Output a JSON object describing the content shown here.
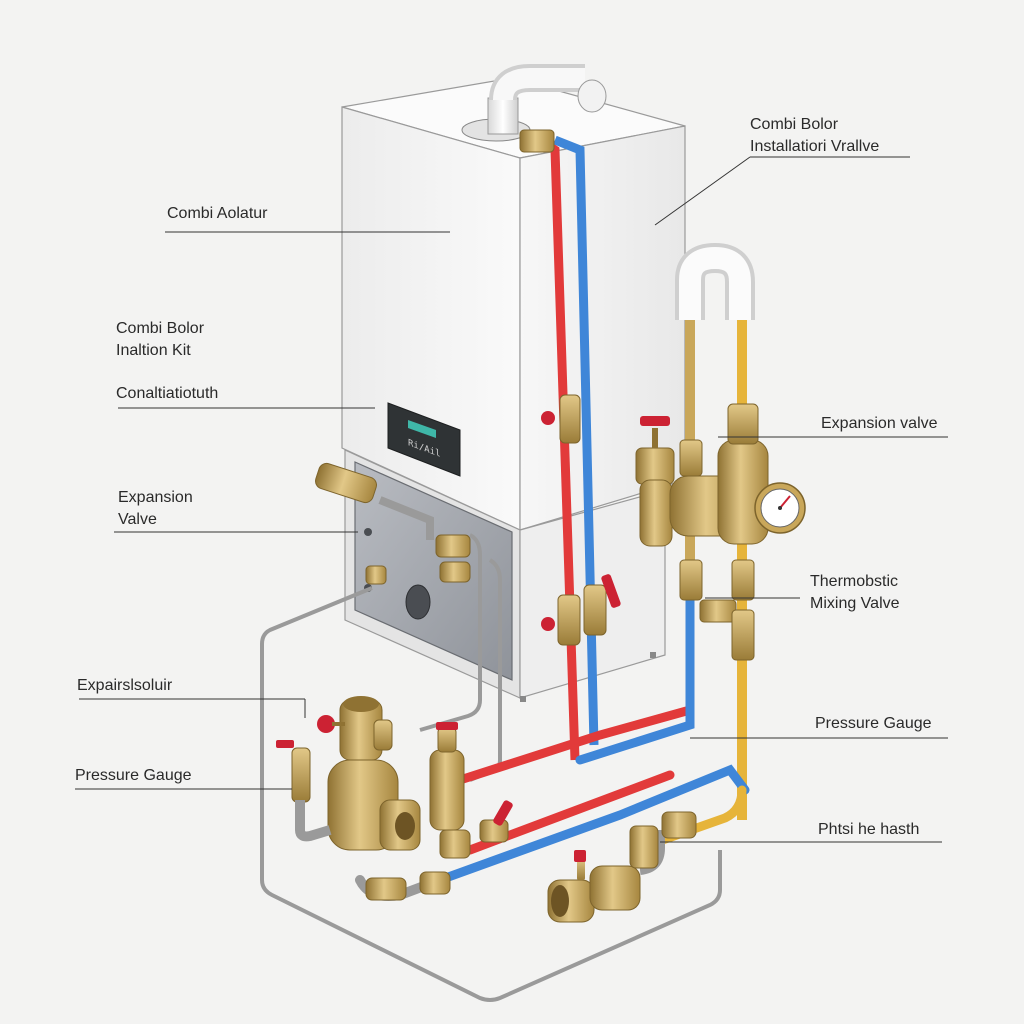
{
  "colors": {
    "background": "#f3f3f2",
    "boiler_body": "#f4f4f4",
    "boiler_shade": "#dcdcdc",
    "hot_pipe": "#e23a3a",
    "cold_pipe": "#3f86d8",
    "yellow_pipe": "#e6b43a",
    "brass": "#c9a75a",
    "brass_dark": "#8f7233",
    "grey_pipe": "#9a9a9a",
    "valve_handle": "#cc2233",
    "display_screen": "#3fb7a8"
  },
  "labels": {
    "combi_boiler_installation_valve_line1": "Combi Bolor",
    "combi_boiler_installation_valve_line2": "Installatiori Vrallve",
    "combi_aolatur": "Combi Aolatur",
    "combi_boiler_kit_line1": "Combi Bolor",
    "combi_boiler_kit_line2": "Inaltion Kit",
    "conalatiatiotuth": "Conaltiatiotuth",
    "expansion_valve_left_line1": "Expansion",
    "expansion_valve_left_line2": "Valve",
    "expansion_valve_right": "Expansion valve",
    "thermostatic_line1": "Thermobstic",
    "thermostatic_line2": "Mixing Valve",
    "expairslsoluir": "Expairslsoluir",
    "pressure_gauge_right": "Pressure Gauge",
    "pressure_gauge_left": "Pressure Gauge",
    "phtsi_he_hasth": "Phtsi he hasth"
  },
  "boiler": {
    "display_text": "Ri/Ail"
  },
  "icons": [
    "pressure-gauge-icon",
    "valve-handle-icon",
    "flue-elbow-icon",
    "boiler-display-icon"
  ]
}
